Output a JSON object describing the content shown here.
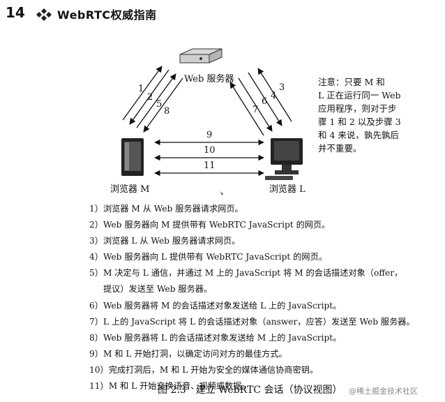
{
  "header": {
    "page_number": "14",
    "book_title": "WebRTC权威指南"
  },
  "diagram": {
    "server_label": "Web 服务器",
    "browser_m_label": "浏览器 M",
    "browser_l_label": "浏览器 L",
    "left_arrow_numbers": [
      "1",
      "2",
      "5",
      "8"
    ],
    "right_arrow_numbers": [
      "4",
      "3",
      "6",
      "7"
    ],
    "middle_arrow_numbers": [
      "9",
      "10",
      "11"
    ]
  },
  "note": {
    "lines": [
      "注意：只要 M 和",
      "L 正在运行同一 Web",
      "应用程序，则对于步",
      "骤 1 和 2 以及步骤 3",
      "和 4 来说，孰先孰后",
      "并不重要。"
    ]
  },
  "steps": [
    "1）浏览器 M 从 Web 服务器请求网页。",
    "2）Web 服务器向 M 提供带有 WebRTC JavaScript 的网页。",
    "3）浏览器 L 从 Web 服务器请求网页。",
    "4）Web 服务器向 L 提供带有 WebRTC JavaScript 的网页。",
    "5）M 决定与 L 通信，并通过 M 上的 JavaScript 将 M 的会话描述对象（offer，",
    "提议）发送至 Web 服务器。",
    "6）Web 服务器将 M 的会话描述对象发送给 L 上的 JavaScript。",
    "7）L 上的 JavaScript 将 L 的会话描述对象（answer，应答）发送至 Web 服务器。",
    "8）Web 服务器将 L 的会话描述对象发送给 M 上的 JavaScript。",
    "9）M 和 L 开始打洞，以确定访问对方的最佳方式。",
    "10）完成打洞后，M 和 L 开始为安全的媒体通信协商密钥。",
    "11）M 和 L 开始交换语音、视频或数据。"
  ],
  "caption": "图 2.3　建立 WebRTC 会话（协议视图）",
  "watermark": "@稀土掘金技术社区"
}
